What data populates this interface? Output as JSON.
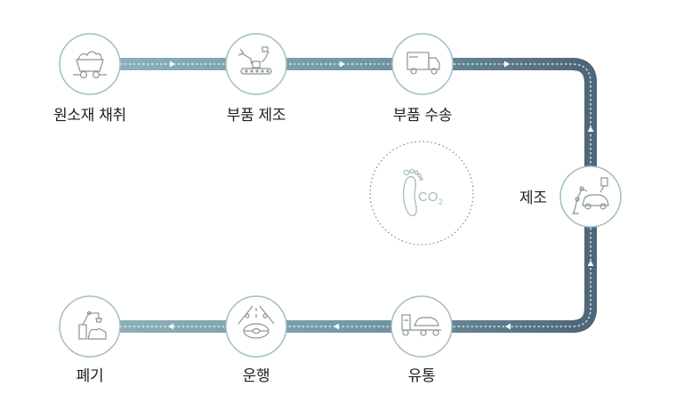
{
  "stages": [
    {
      "id": "raw-material",
      "label": "원소재 채취",
      "icon": "mining-cart-icon"
    },
    {
      "id": "parts-manufacturing",
      "label": "부품 제조",
      "icon": "robot-arm-conveyor-icon"
    },
    {
      "id": "parts-transport",
      "label": "부품 수송",
      "icon": "truck-icon"
    },
    {
      "id": "manufacturing",
      "label": "제조",
      "icon": "robot-arm-car-icon"
    },
    {
      "id": "distribution",
      "label": "유통",
      "icon": "car-carrier-truck-icon"
    },
    {
      "id": "operation",
      "label": "운행",
      "icon": "steering-wheel-road-icon"
    },
    {
      "id": "disposal",
      "label": "폐기",
      "icon": "scrap-crane-icon"
    }
  ],
  "center": {
    "icon": "footprint-icon",
    "text": "CO",
    "subscript": "2"
  },
  "colors": {
    "path_light": "#8fb2ba",
    "path_dark": "#4e6779",
    "node_stroke": "#a3bfc4",
    "icon_stroke": "#8a9497"
  }
}
